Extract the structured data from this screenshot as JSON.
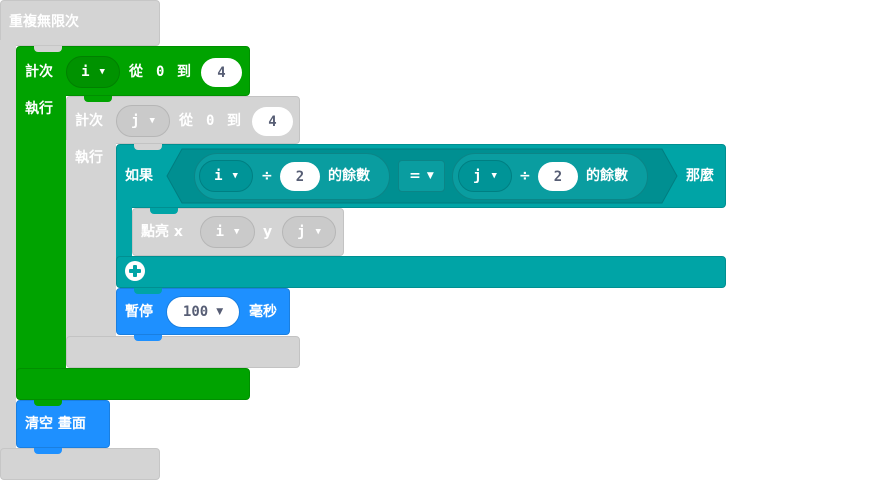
{
  "colors": {
    "loop_gray": "#d4d4d4",
    "for_green": "#00a300",
    "for_inner_gray": "#d4d4d4",
    "logic_teal": "#00a4a6",
    "basic_blue": "#1e90ff",
    "var_outline_gray": "#bcbcbc"
  },
  "forever": {
    "label": "重複無限次"
  },
  "outer_for": {
    "label_count": "計次",
    "var_name": "i",
    "label_from": "從",
    "from_value": "0",
    "label_to": "到",
    "to_value": "4",
    "label_do": "執行"
  },
  "inner_for": {
    "label_count": "計次",
    "var_name": "j",
    "label_from": "從",
    "from_value": "0",
    "label_to": "到",
    "to_value": "4",
    "label_do": "執行"
  },
  "if_block": {
    "label_if": "如果",
    "label_then": "那麼",
    "left": {
      "var_name": "i",
      "op": "÷",
      "divisor": "2",
      "suffix": "的餘數"
    },
    "compare_op": "=",
    "right": {
      "var_name": "j",
      "op": "÷",
      "divisor": "2",
      "suffix": "的餘數"
    }
  },
  "plot": {
    "label": "點亮 x",
    "x_var": "i",
    "label_y": "y",
    "y_var": "j"
  },
  "pause": {
    "label": "暫停",
    "value": "100",
    "unit": "毫秒"
  },
  "clear": {
    "label": "清空 畫面"
  },
  "icons": {
    "add": "plus-circle-icon",
    "dropdown": "caret-down-icon"
  }
}
